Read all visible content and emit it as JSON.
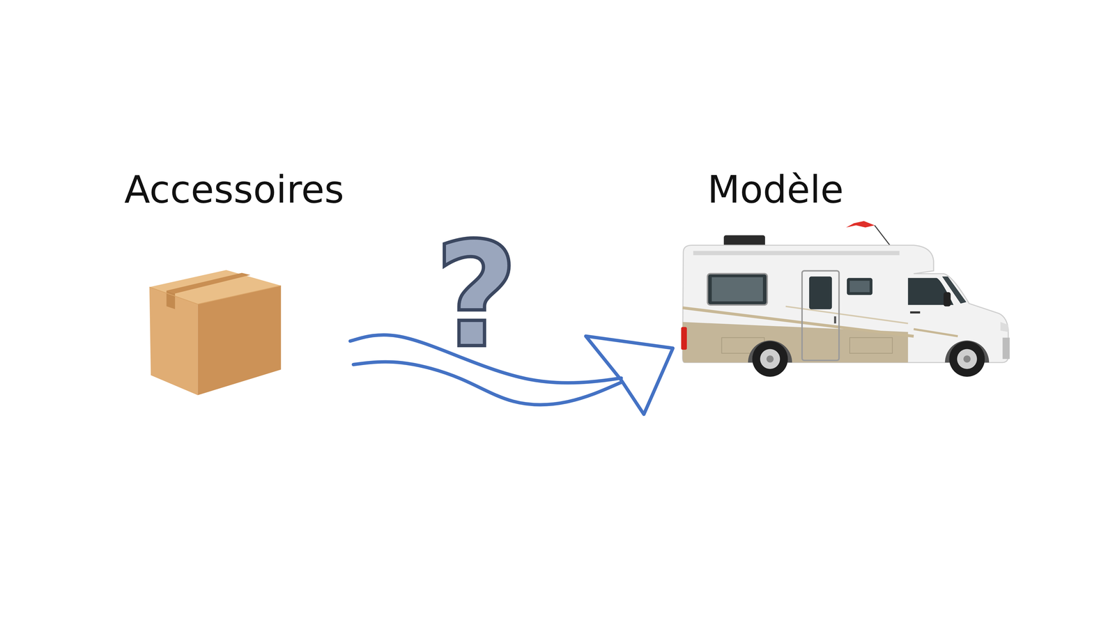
{
  "diagram": {
    "nodes": [
      {
        "text": [
          "Accessoires"
        ]
      },
      {
        "text": [
          "Modèle"
        ]
      }
    ],
    "edges": [
      {
        "from": 0,
        "to": 1,
        "arrow": "to"
      }
    ],
    "labels": [
      "?"
    ]
  }
}
